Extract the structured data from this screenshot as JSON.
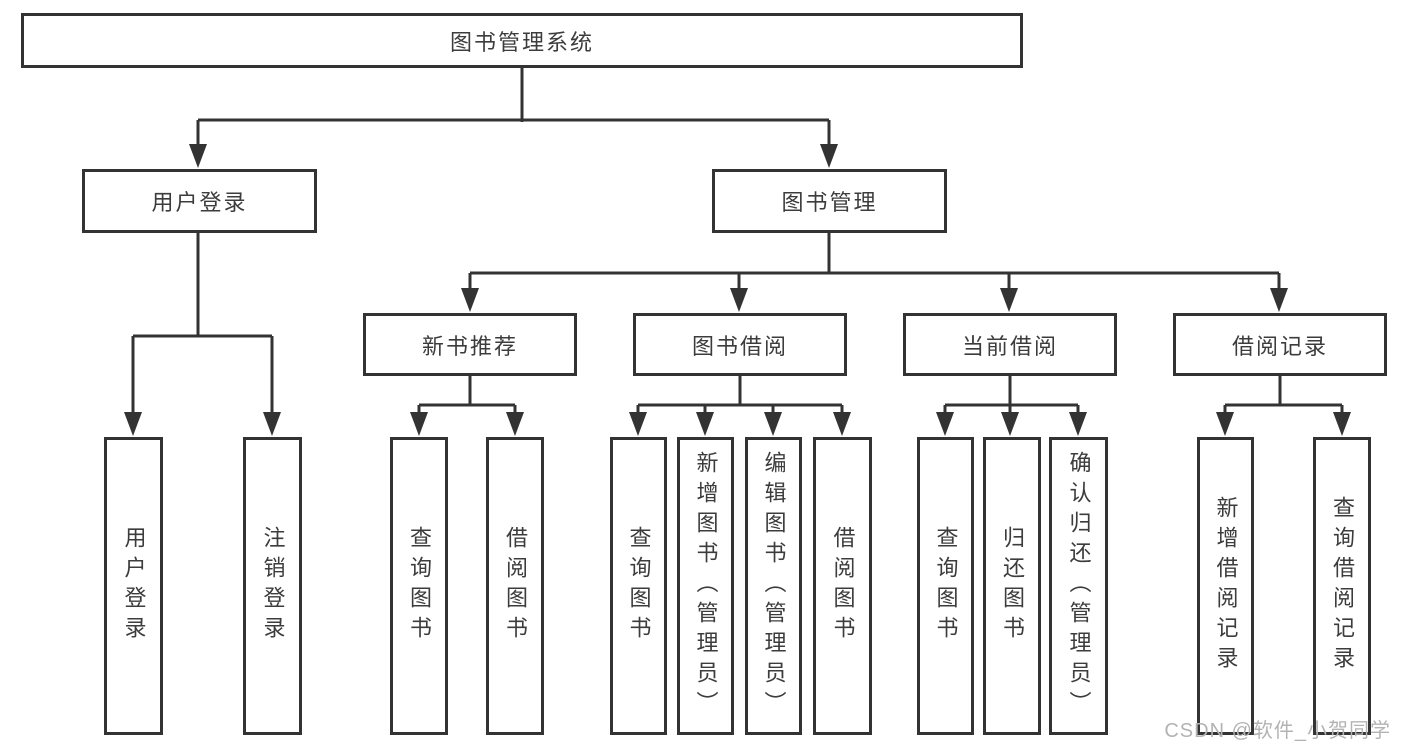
{
  "diagram": {
    "root": {
      "label": "图书管理系统"
    },
    "level2": [
      {
        "id": "user-login",
        "label": "用户登录"
      },
      {
        "id": "book-management",
        "label": "图书管理"
      }
    ],
    "level3": [
      {
        "id": "new-book-recommend",
        "label": "新书推荐",
        "parent": "图书管理"
      },
      {
        "id": "book-borrowing",
        "label": "图书借阅",
        "parent": "图书管理"
      },
      {
        "id": "current-borrowing",
        "label": "当前借阅",
        "parent": "图书管理"
      },
      {
        "id": "borrowing-records",
        "label": "借阅记录",
        "parent": "图书管理"
      }
    ],
    "leaves": [
      {
        "label": "用户登录",
        "parent": "用户登录"
      },
      {
        "label": "注销登录",
        "parent": "用户登录"
      },
      {
        "label": "查询图书",
        "parent": "新书推荐"
      },
      {
        "label": "借阅图书",
        "parent": "新书推荐"
      },
      {
        "label": "查询图书",
        "parent": "图书借阅"
      },
      {
        "label": "新增图书（管理员）",
        "parent": "图书借阅"
      },
      {
        "label": "编辑图书（管理员）",
        "parent": "图书借阅"
      },
      {
        "label": "借阅图书",
        "parent": "图书借阅"
      },
      {
        "label": "查询图书",
        "parent": "当前借阅"
      },
      {
        "label": "归还图书",
        "parent": "当前借阅"
      },
      {
        "label": "确认归还（管理员）",
        "parent": "当前借阅"
      },
      {
        "label": "新增借阅记录",
        "parent": "借阅记录"
      },
      {
        "label": "查询借阅记录",
        "parent": "借阅记录"
      }
    ],
    "watermark": "CSDN @软件_小贺同学",
    "colors": {
      "line": "#333333",
      "text": "#3c3c3c",
      "watermark": "#b3b3b3",
      "background": "#ffffff"
    }
  }
}
